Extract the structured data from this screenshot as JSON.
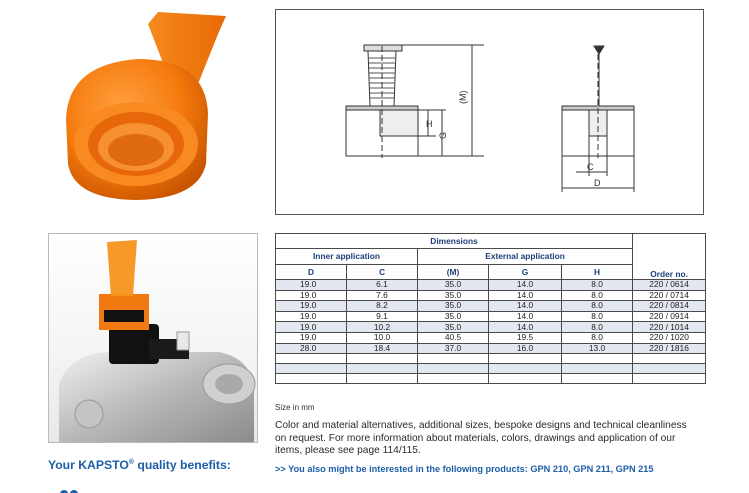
{
  "table": {
    "title": "Dimensions",
    "inner_header": "Inner application",
    "external_header": "External application",
    "order_header": "Order no.",
    "columns": [
      "D",
      "C",
      "(M)",
      "G",
      "H"
    ],
    "rows": [
      [
        "19.0",
        "6.1",
        "35.0",
        "14.0",
        "8.0",
        "220 / 0614"
      ],
      [
        "19.0",
        "7.6",
        "35.0",
        "14.0",
        "8.0",
        "220 / 0714"
      ],
      [
        "19.0",
        "8.2",
        "35.0",
        "14.0",
        "8.0",
        "220 / 0814"
      ],
      [
        "19.0",
        "9.1",
        "35.0",
        "14.0",
        "8.0",
        "220 / 0914"
      ],
      [
        "19.0",
        "10.2",
        "35.0",
        "14.0",
        "8.0",
        "220 / 1014"
      ],
      [
        "19.0",
        "10.0",
        "40.5",
        "19.5",
        "8.0",
        "220 / 1020"
      ],
      [
        "28.0",
        "18.4",
        "37.0",
        "16.0",
        "13.0",
        "220 / 1816"
      ]
    ]
  },
  "drawing": {
    "labels": {
      "M": "(M)",
      "H": "H",
      "G": "G",
      "C": "C",
      "D": "D"
    }
  },
  "size_note": "Size in mm",
  "description": "Color and material alternatives, additional sizes, bespoke designs and technical cleanliness on request. For more information about materials, colors, drawings and application of our items, please see page 114/115.",
  "benefits": {
    "title_main": "Your KAPSTO",
    "reg": "®",
    "title_rest": " quality benefits:"
  },
  "also_interested": ">> You also might be interested in the following products: GPN 210, GPN 211, GPN 215",
  "colors": {
    "accent_blue": "#1d5ea8",
    "cap_orange": "#f57a0d",
    "row_shade": "#e3e8f0"
  }
}
